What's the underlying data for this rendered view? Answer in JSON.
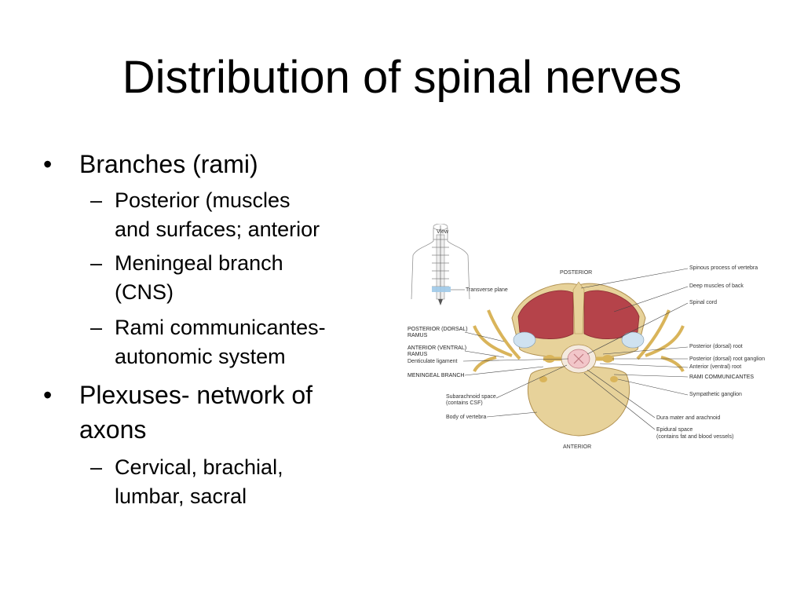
{
  "slide": {
    "title": "Distribution of spinal nerves",
    "bullets": [
      {
        "text": "Branches (rami)",
        "sub": [
          {
            "line1": "Posterior (muscles",
            "line2": "and surfaces; anterior"
          },
          {
            "line1": "Meningeal branch",
            "line2": "(CNS)"
          },
          {
            "line1": "Rami communicantes-",
            "line2": "autonomic system"
          }
        ]
      },
      {
        "line1": "Plexuses- network of",
        "line2": "axons",
        "sub": [
          {
            "line1": "Cervical, brachial,",
            "line2": "lumbar, sacral"
          }
        ]
      }
    ],
    "bullet_mark": "•",
    "dash_mark": "–"
  },
  "figure": {
    "inset": {
      "view": "View",
      "plane": "Transverse plane"
    },
    "orientation": {
      "posterior": "POSTERIOR",
      "anterior": "ANTERIOR"
    },
    "labels_right": {
      "spinous": "Spinous process of vertebra",
      "deep_muscles": "Deep muscles of back",
      "spinal_cord": "Spinal cord",
      "post_root": "Posterior (dorsal) root",
      "post_ganglion": "Posterior (dorsal) root ganglion",
      "ant_root": "Anterior (ventral) root",
      "rami_comm": "RAMI COMMUNICANTES",
      "symp_ganglion": "Sympathetic ganglion",
      "dura": "Dura mater and arachnoid",
      "epidural_1": "Epidural space",
      "epidural_2": "(contains fat and blood vessels)"
    },
    "labels_left": {
      "post_ramus_1": "POSTERIOR (DORSAL)",
      "post_ramus_2": "RAMUS",
      "ant_ramus_1": "ANTERIOR (VENTRAL)",
      "ant_ramus_2": "RAMUS",
      "denticulate": "Denticulate ligament",
      "meningeal": "MENINGEAL BRANCH",
      "subarachnoid_1": "Subarachnoid space",
      "subarachnoid_2": "(contains CSF)",
      "body": "Body of vertebra"
    },
    "colors": {
      "muscle": "#b5434a",
      "bone": "#e7d29a",
      "nerve": "#d9b45a",
      "cord": "#f2c6c9"
    }
  }
}
